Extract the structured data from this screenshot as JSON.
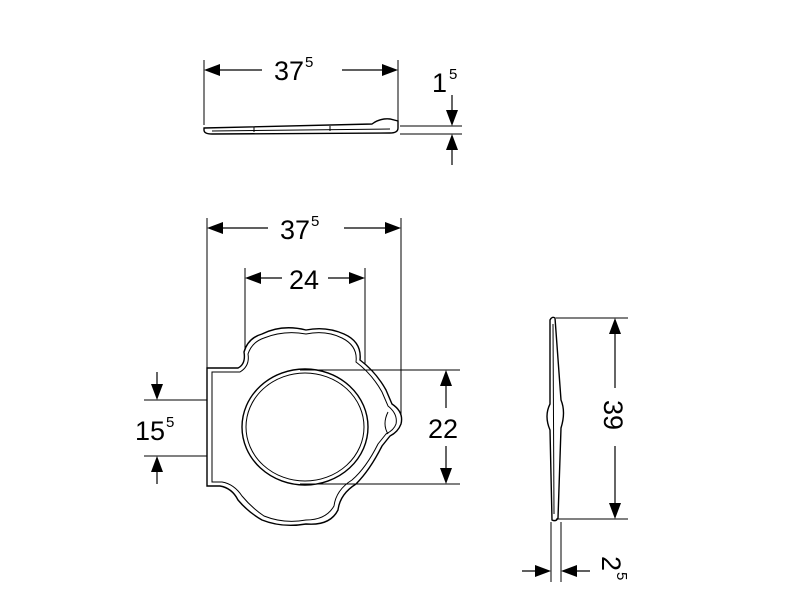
{
  "dimensions": {
    "top_width": {
      "main": "37",
      "sup": "5"
    },
    "top_height": {
      "main": "1",
      "sup": "5"
    },
    "front_width": {
      "main": "37",
      "sup": "5"
    },
    "opening_width": {
      "main": "24",
      "sup": ""
    },
    "left_height": {
      "main": "15",
      "sup": "5"
    },
    "opening_height": {
      "main": "22",
      "sup": ""
    },
    "side_height": {
      "main": "39",
      "sup": ""
    },
    "side_thickness": {
      "main": "2",
      "sup": "5"
    }
  }
}
